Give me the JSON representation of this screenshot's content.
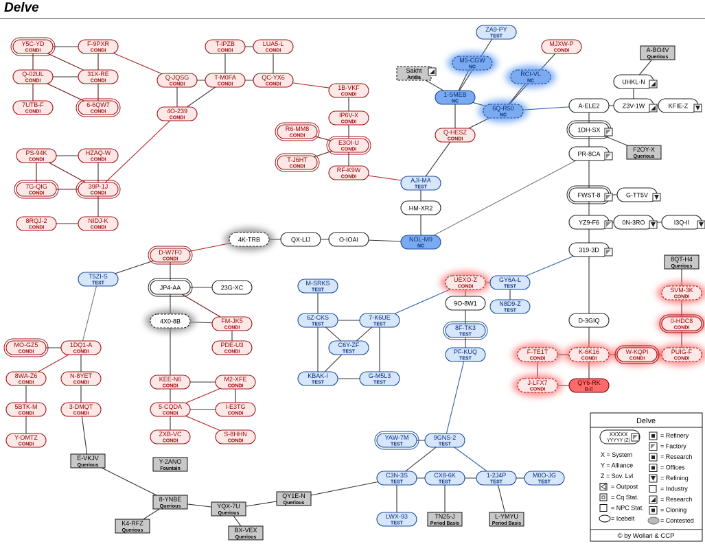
{
  "title": "Delve",
  "colors": {
    "condi_stroke": "#a01010",
    "condi_text": "#9b0000",
    "condi_fill": "#fde8e8",
    "blue_stroke": "#1a4a99",
    "blue_text": "#0b2f7a",
    "blue_fill": "#d6e6fb",
    "nc_fill": "#7aaaf0",
    "neutral_stroke": "#222222",
    "neutral_fill": "#ffffff",
    "npc_fill": "#c8c8c8",
    "dc_fill": "#ff6b6b",
    "glow_red": "#ff6060",
    "glow_blue": "#4f8ff0",
    "glow_gray": "#777777",
    "line_red": "#b22222",
    "line_blue": "#2c5fb3",
    "line_black": "#333333",
    "line_gray": "#777777"
  },
  "systems": {
    "Y5C-YD": {
      "label": "Y5C-YD",
      "sub": "CONDI",
      "type": "condi",
      "double": true
    },
    "F-9PXR": {
      "label": "F-9PXR",
      "sub": "CONDI",
      "type": "condi"
    },
    "Q-02UL": {
      "label": "Q-02UL",
      "sub": "CONDI",
      "type": "condi"
    },
    "31X-RE": {
      "label": "31X-RE",
      "sub": "CONDI",
      "type": "condi"
    },
    "7UTB-F": {
      "label": "7UTB-F",
      "sub": "CONDI",
      "type": "condi"
    },
    "6-6QW7": {
      "label": "6-6QW7",
      "sub": "CONDI",
      "type": "condi",
      "double": true
    },
    "T-IPZB": {
      "label": "T-IPZB",
      "sub": "CONDI",
      "type": "condi"
    },
    "LUA5-L": {
      "label": "LUA5-L",
      "sub": "CONDI",
      "type": "condi"
    },
    "Q-JQSG": {
      "label": "Q-JQSG",
      "sub": "CONDI",
      "type": "condi"
    },
    "T-M0FA": {
      "label": "T-M0FA",
      "sub": "CONDI",
      "type": "condi"
    },
    "QC-YX6": {
      "label": "QC-YX6",
      "sub": "CONDI",
      "type": "condi"
    },
    "4O-239": {
      "label": "4O-239",
      "sub": "CONDI",
      "type": "condi"
    },
    "1B-VKF": {
      "label": "1B-VKF",
      "sub": "CONDI",
      "type": "condi"
    },
    "IP6V-X": {
      "label": "IP6V-X",
      "sub": "CONDI",
      "type": "condi"
    },
    "R6-MM8": {
      "label": "R6-MM8",
      "sub": "CONDI",
      "type": "condi",
      "double": true
    },
    "E3OI-U": {
      "label": "E3OI-U",
      "sub": "CONDI",
      "type": "condi",
      "double": true
    },
    "T-J6HT": {
      "label": "T-J6HT",
      "sub": "CONDI",
      "type": "condi",
      "double": true
    },
    "RF-K9W": {
      "label": "RF-K9W",
      "sub": "CONDI",
      "type": "condi"
    },
    "PS-94K": {
      "label": "PS-94K",
      "sub": "CONDI",
      "type": "condi"
    },
    "HZAQ-W": {
      "label": "HZAQ-W",
      "sub": "CONDI",
      "type": "condi"
    },
    "7G-QIG": {
      "label": "7G-QIG",
      "sub": "CONDI",
      "type": "condi",
      "double": true
    },
    "39P-1J": {
      "label": "39P-1J",
      "sub": "CONDI",
      "type": "condi",
      "double": true
    },
    "8RQJ-2": {
      "label": "8RQJ-2",
      "sub": "CONDI",
      "type": "condi"
    },
    "NIDJ-K": {
      "label": "NIDJ-K",
      "sub": "CONDI",
      "type": "condi"
    },
    "ZA9-PY": {
      "label": "ZA9-PY",
      "sub": "TEST",
      "type": "blue"
    },
    "M5-CGW": {
      "label": "M5-CGW",
      "sub": "NC",
      "type": "nc",
      "dashed": true,
      "glow": "blue"
    },
    "MJXW-P": {
      "label": "MJXW-P",
      "sub": "CONDI",
      "type": "condi"
    },
    "RCI-VL": {
      "label": "RCI-VL",
      "sub": "NC",
      "type": "nc",
      "dashed": true,
      "glow": "blue"
    },
    "1-SMEB": {
      "label": "1-SMEB",
      "sub": "NC",
      "type": "nc"
    },
    "6Q-R50": {
      "label": "6Q-R50",
      "sub": "NC",
      "type": "nc",
      "dashed": true,
      "glow": "blue"
    },
    "Q-HESZ": {
      "label": "Q-HESZ",
      "sub": "CONDI",
      "type": "condi"
    },
    "AJI-MA": {
      "label": "AJI-MA",
      "sub": "TEST",
      "type": "blue"
    },
    "HM-XR2": {
      "label": "HM-XR2",
      "type": "neutral"
    },
    "NOL-M9": {
      "label": "NOL-M9",
      "sub": "NC",
      "type": "nc"
    },
    "O-IOAI": {
      "label": "O-IOAI",
      "type": "neutral"
    },
    "QX-LIJ": {
      "label": "QX-LIJ",
      "type": "neutral"
    },
    "4K-TRB": {
      "label": "4K-TRB",
      "type": "neutral",
      "dashed": true,
      "glow": "gray"
    },
    "D-W7F0": {
      "label": "D-W7F0",
      "sub": "CONDI",
      "type": "condi",
      "double": true
    },
    "JP4-AA": {
      "label": "JP4-AA",
      "type": "neutral",
      "double": true
    },
    "23G-XC": {
      "label": "23G-XC",
      "type": "neutral"
    },
    "4X0-8B": {
      "label": "4X0-8B",
      "type": "neutral",
      "dashed": true,
      "glow": "gray"
    },
    "FM-JK5": {
      "label": "FM-JK5",
      "sub": "CONDI",
      "type": "condi"
    },
    "PDE-U3": {
      "label": "PDE-U3",
      "sub": "CONDI",
      "type": "condi"
    },
    "KEE-N6": {
      "label": "KEE-N6",
      "sub": "CONDI",
      "type": "condi"
    },
    "M2-XFE": {
      "label": "M2-XFE",
      "sub": "CONDI",
      "type": "condi"
    },
    "5-CQDA": {
      "label": "5-CQDA",
      "sub": "CONDI",
      "type": "condi"
    },
    "I-E3TG": {
      "label": "I-E3TG",
      "sub": "CONDI",
      "type": "condi"
    },
    "ZXB-VC": {
      "label": "ZXB-VC",
      "sub": "CONDI",
      "type": "condi"
    },
    "S-8HHN": {
      "label": "S-8HHN",
      "sub": "CONDI",
      "type": "condi"
    },
    "T5ZI-S": {
      "label": "T5ZI-S",
      "sub": "TEST",
      "type": "blue"
    },
    "MO-GZ5": {
      "label": "MO-GZ5",
      "sub": "CONDI",
      "type": "condi",
      "double": true
    },
    "1DQ1-A": {
      "label": "1DQ1-A",
      "sub": "CONDI",
      "type": "condi"
    },
    "8WA-Z6": {
      "label": "8WA-Z6",
      "sub": "CONDI",
      "type": "condi"
    },
    "N-8YET": {
      "label": "N-8YET",
      "sub": "CONDI",
      "type": "condi"
    },
    "5BTK-M": {
      "label": "5BTK-M",
      "sub": "CONDI",
      "type": "condi"
    },
    "3-DMQT": {
      "label": "3-DMQT",
      "sub": "CONDI",
      "type": "condi"
    },
    "Y-OMTZ": {
      "label": "Y-OMTZ",
      "sub": "CONDI",
      "type": "condi"
    },
    "M-SRKS": {
      "label": "M-SRKS",
      "sub": "TEST",
      "type": "blue"
    },
    "6Z-CKS": {
      "label": "6Z-CKS",
      "sub": "TEST",
      "type": "blue"
    },
    "7-K6UE": {
      "label": "7-K6UE",
      "sub": "TEST",
      "type": "blue"
    },
    "C6Y-ZF": {
      "label": "C6Y-ZF",
      "sub": "TEST",
      "type": "blue"
    },
    "KBAK-I": {
      "label": "KBAK-I",
      "sub": "TEST",
      "type": "blue"
    },
    "G-M5L3": {
      "label": "G-M5L3",
      "sub": "TEST",
      "type": "blue"
    },
    "UEXO-Z": {
      "label": "UEXO-Z",
      "sub": "CONDI",
      "type": "condi",
      "dashed": true,
      "glow": "red"
    },
    "GY6A-L": {
      "label": "GY6A-L",
      "sub": "TEST",
      "type": "blue"
    },
    "9O-8W1": {
      "label": "9O-8W1",
      "type": "neutral"
    },
    "N8D9-Z": {
      "label": "N8D9-Z",
      "sub": "TEST",
      "type": "blue"
    },
    "8F-TK3": {
      "label": "8F-TK3",
      "sub": "TEST",
      "type": "blue",
      "double": true
    },
    "PF-KUQ": {
      "label": "PF-KUQ",
      "sub": "TEST",
      "type": "blue"
    },
    "A-ELE2": {
      "label": "A-ELE2",
      "type": "neutral"
    },
    "Z3V-1W": {
      "label": "Z3V-1W",
      "type": "neutral",
      "icon": "research"
    },
    "KFIE-Z": {
      "label": "KFIE-Z",
      "type": "neutral",
      "icon": "refining"
    },
    "UHKL-N": {
      "label": "UHKL-N",
      "type": "neutral",
      "icon": "research"
    },
    "1DH-SX": {
      "label": "1DH-SX",
      "type": "neutral",
      "double": true,
      "icon": "factory"
    },
    "PR-8CA": {
      "label": "PR-8CA",
      "type": "neutral",
      "icon": "factory"
    },
    "FWST-8": {
      "label": "FWST-8",
      "type": "neutral",
      "double": true,
      "icon": "factory"
    },
    "G-TT5V": {
      "label": "G-TT5V",
      "type": "neutral",
      "icon": "refining"
    },
    "YZ9-F6": {
      "label": "YZ9-F6",
      "type": "neutral",
      "icon": "factory"
    },
    "0N-3RO": {
      "label": "0N-3RO",
      "type": "neutral",
      "icon": "refining"
    },
    "I3Q-II": {
      "label": "I3Q-II",
      "type": "neutral",
      "icon": "refining"
    },
    "319-3D": {
      "label": "319-3D",
      "type": "neutral",
      "icon": "factory"
    },
    "D-3GIQ": {
      "label": "D-3GIQ",
      "type": "neutral"
    },
    "SVM-3K": {
      "label": "SVM-3K",
      "sub": "CONDI",
      "type": "condi",
      "dashed": true,
      "glow": "red"
    },
    "0-HDC8": {
      "label": "0-HDC8",
      "sub": "CONDI",
      "type": "condi",
      "double": true,
      "glow": "red"
    },
    "PUIG-F": {
      "label": "PUIG-F",
      "sub": "CONDI",
      "type": "condi",
      "dashed": true,
      "glow": "red"
    },
    "F-TE1T": {
      "label": "F-TE1T",
      "sub": "CONDI",
      "type": "condi",
      "dashed": true,
      "glow": "red"
    },
    "K-6K16": {
      "label": "K-6K16",
      "sub": "CONDI",
      "type": "condi",
      "dashed": true,
      "glow": "red"
    },
    "W-KQPI": {
      "label": "W-KQPI",
      "sub": "CONDI",
      "type": "condi",
      "double": true,
      "glow": "red"
    },
    "J-LFX7": {
      "label": "J-LFX7",
      "sub": "CONDI",
      "type": "condi",
      "dashed": true,
      "glow": "red"
    },
    "QY6-RK": {
      "label": "QY6-RK",
      "sub": "D.C",
      "type": "dc"
    },
    "YAW-7M": {
      "label": "YAW-7M",
      "sub": "TEST",
      "type": "blue",
      "double": true
    },
    "9GN5-2": {
      "label": "9GNS-2",
      "sub": "TEST",
      "type": "blue"
    },
    "C3N-3S": {
      "label": "C3N-3S",
      "sub": "TEST",
      "type": "blue"
    },
    "CX8-6K": {
      "label": "CX8-6K",
      "sub": "TEST",
      "type": "blue"
    },
    "1-2J4P": {
      "label": "1-2J4P",
      "sub": "TEST",
      "type": "blue"
    },
    "M0O-JG": {
      "label": "M0O-JG",
      "sub": "TEST",
      "type": "blue"
    },
    "LWX-93": {
      "label": "LWX-93",
      "sub": "TEST",
      "type": "blue"
    }
  },
  "npc_boxes": {
    "Sakht": {
      "label": "Sakht",
      "sub": "Aridia",
      "dashed": true,
      "icon": "research"
    },
    "A-BO4V": {
      "label": "A-BO4V",
      "sub": "Querious"
    },
    "F2OY-X": {
      "label": "F2OY-X",
      "sub": "Querious"
    },
    "8QT-H4": {
      "label": "8QT-H4",
      "sub": "Querious"
    },
    "E-VKJV": {
      "label": "E-VKJV",
      "sub": "Querious"
    },
    "Y-2ANO": {
      "label": "Y-2ANO",
      "sub": "Fountain"
    },
    "8-YNBE": {
      "label": "8-YNBE",
      "sub": "Querious"
    },
    "K4-RFZ": {
      "label": "K4-RFZ",
      "sub": "Querious"
    },
    "YQX-7U": {
      "label": "YQX-7U",
      "sub": "Querious"
    },
    "BX-VEX": {
      "label": "BX-VEX",
      "sub": "Querious"
    },
    "QY1E-N": {
      "label": "QY1E-N",
      "sub": "Querious"
    },
    "TN25-J": {
      "label": "TN25-J",
      "sub": "Period Basis"
    },
    "L-YMYU": {
      "label": "L-YMYU",
      "sub": "Period Basis"
    }
  },
  "connections": [
    [
      "Y5C-YD",
      "F-9PXR",
      "black"
    ],
    [
      "Y5C-YD",
      "Q-02UL",
      "dark"
    ],
    [
      "Y5C-YD",
      "31X-RE",
      "dark"
    ],
    [
      "F-9PXR",
      "31X-RE",
      "dark"
    ],
    [
      "Q-02UL",
      "31X-RE",
      "black"
    ],
    [
      "Q-02UL",
      "7UTB-F",
      "dark"
    ],
    [
      "Q-02UL",
      "6-6QW7",
      "dark"
    ],
    [
      "31X-RE",
      "6-6QW7",
      "dark"
    ],
    [
      "F-9PXR",
      "Q-JQSG",
      "red"
    ],
    [
      "Q-JQSG",
      "T-M0FA",
      "black"
    ],
    [
      "T-IPZB",
      "T-M0FA",
      "black"
    ],
    [
      "T-IPZB",
      "LUA5-L",
      "black"
    ],
    [
      "LUA5-L",
      "QC-YX6",
      "black"
    ],
    [
      "T-M0FA",
      "QC-YX6",
      "black"
    ],
    [
      "Q-JQSG",
      "4O-239",
      "black"
    ],
    [
      "T-M0FA",
      "4O-239",
      "black"
    ],
    [
      "QC-YX6",
      "1B-VKF",
      "red"
    ],
    [
      "1B-VKF",
      "IP6V-X",
      "black"
    ],
    [
      "IP6V-X",
      "E3OI-U",
      "black"
    ],
    [
      "R6-MM8",
      "E3OI-U",
      "dark"
    ],
    [
      "T-J6HT",
      "E3OI-U",
      "dark"
    ],
    [
      "E3OI-U",
      "RF-K9W",
      "black"
    ],
    [
      "4O-239",
      "39P-1J",
      "red"
    ],
    [
      "PS-94K",
      "HZAQ-W",
      "black"
    ],
    [
      "PS-94K",
      "7G-QIG",
      "dark"
    ],
    [
      "PS-94K",
      "39P-1J",
      "dark"
    ],
    [
      "HZAQ-W",
      "39P-1J",
      "black"
    ],
    [
      "7G-QIG",
      "39P-1J",
      "dark"
    ],
    [
      "39P-1J",
      "NIDJ-K",
      "black"
    ],
    [
      "8RQJ-2",
      "NIDJ-K",
      "black"
    ],
    [
      "ZA9-PY",
      "1-SMEB",
      "black"
    ],
    [
      "M5-CGW",
      "1-SMEB",
      "black"
    ],
    [
      "Sakht",
      "1-SMEB",
      "black"
    ],
    [
      "1-SMEB",
      "6Q-R50",
      "black"
    ],
    [
      "RCI-VL",
      "6Q-R50",
      "black"
    ],
    [
      "MJXW-P",
      "6Q-R50",
      "black"
    ],
    [
      "6Q-R50",
      "Q-HESZ",
      "black"
    ],
    [
      "1-SMEB",
      "Q-HESZ",
      "black"
    ],
    [
      "6Q-R50",
      "A-ELE2",
      "blue"
    ],
    [
      "Q-HESZ",
      "AJI-MA",
      "black"
    ],
    [
      "RF-K9W",
      "AJI-MA",
      "red"
    ],
    [
      "AJI-MA",
      "HM-XR2",
      "black"
    ],
    [
      "HM-XR2",
      "NOL-M9",
      "black"
    ],
    [
      "NOL-M9",
      "O-IOAI",
      "black"
    ],
    [
      "O-IOAI",
      "QX-LIJ",
      "black"
    ],
    [
      "QX-LIJ",
      "4K-TRB",
      "black"
    ],
    [
      "4K-TRB",
      "D-W7F0",
      "red"
    ],
    [
      "NOL-M9",
      "PR-8CA",
      "gray"
    ],
    [
      "D-W7F0",
      "T5ZI-S",
      "black"
    ],
    [
      "D-W7F0",
      "JP4-AA",
      "black"
    ],
    [
      "JP4-AA",
      "23G-XC",
      "black"
    ],
    [
      "JP4-AA",
      "4X0-8B",
      "black"
    ],
    [
      "JP4-AA",
      "FM-JK5",
      "dark"
    ],
    [
      "4X0-8B",
      "FM-JK5",
      "black"
    ],
    [
      "FM-JK5",
      "PDE-U3",
      "black"
    ],
    [
      "4X0-8B",
      "KEE-N6",
      "black"
    ],
    [
      "KEE-N6",
      "M2-XFE",
      "black"
    ],
    [
      "KEE-N6",
      "5-CQDA",
      "black"
    ],
    [
      "M2-XFE",
      "5-CQDA",
      "red"
    ],
    [
      "M2-XFE",
      "I-E3TG",
      "black"
    ],
    [
      "5-CQDA",
      "I-E3TG",
      "black"
    ],
    [
      "5-CQDA",
      "ZXB-VC",
      "black"
    ],
    [
      "5-CQDA",
      "S-8HHN",
      "red"
    ],
    [
      "T5ZI-S",
      "1DQ1-A",
      "gray"
    ],
    [
      "MO-GZ5",
      "1DQ1-A",
      "black"
    ],
    [
      "1DQ1-A",
      "8WA-Z6",
      "red"
    ],
    [
      "1DQ1-A",
      "N-8YET",
      "black"
    ],
    [
      "8WA-Z6",
      "5BTK-M",
      "black"
    ],
    [
      "5BTK-M",
      "Y-OMTZ",
      "black"
    ],
    [
      "N-8YET",
      "3-DMQT",
      "black"
    ],
    [
      "3-DMQT",
      "E-VKJV",
      "black"
    ],
    [
      "E-VKJV",
      "8-YNBE",
      "black"
    ],
    [
      "8-YNBE",
      "K4-RFZ",
      "black"
    ],
    [
      "8-YNBE",
      "YQX-7U",
      "black"
    ],
    [
      "YQX-7U",
      "BX-VEX",
      "black"
    ],
    [
      "YQX-7U",
      "QY1E-N",
      "black"
    ],
    [
      "QY1E-N",
      "C3N-3S",
      "black"
    ],
    [
      "M-SRKS",
      "6Z-CKS",
      "black"
    ],
    [
      "6Z-CKS",
      "7-K6UE",
      "black"
    ],
    [
      "6Z-CKS",
      "C6Y-ZF",
      "black"
    ],
    [
      "7-K6UE",
      "C6Y-ZF",
      "black"
    ],
    [
      "6Z-CKS",
      "KBAK-I",
      "black"
    ],
    [
      "C6Y-ZF",
      "KBAK-I",
      "black"
    ],
    [
      "KBAK-I",
      "G-M5L3",
      "black"
    ],
    [
      "7-K6UE",
      "G-M5L3",
      "black"
    ],
    [
      "7-K6UE",
      "UEXO-Z",
      "blue"
    ],
    [
      "UEXO-Z",
      "GY6A-L",
      "black"
    ],
    [
      "GY6A-L",
      "N8D9-Z",
      "black"
    ],
    [
      "UEXO-Z",
      "9O-8W1",
      "black"
    ],
    [
      "9O-8W1",
      "8F-TK3",
      "black"
    ],
    [
      "8F-TK3",
      "PF-KUQ",
      "black"
    ],
    [
      "PF-KUQ",
      "9GN5-2",
      "blue"
    ],
    [
      "GY6A-L",
      "319-3D",
      "blue"
    ],
    [
      "YAW-7M",
      "9GN5-2",
      "black"
    ],
    [
      "9GN5-2",
      "C3N-3S",
      "black"
    ],
    [
      "9GN5-2",
      "1-2J4P",
      "blue"
    ],
    [
      "C3N-3S",
      "CX8-6K",
      "black"
    ],
    [
      "CX8-6K",
      "1-2J4P",
      "black"
    ],
    [
      "1-2J4P",
      "M0O-JG",
      "black"
    ],
    [
      "C3N-3S",
      "LWX-93",
      "black"
    ],
    [
      "CX8-6K",
      "TN25-J",
      "black"
    ],
    [
      "1-2J4P",
      "L-YMYU",
      "black"
    ],
    [
      "A-ELE2",
      "Z3V-1W",
      "black"
    ],
    [
      "Z3V-1W",
      "KFIE-Z",
      "black"
    ],
    [
      "Z3V-1W",
      "UHKL-N",
      "black"
    ],
    [
      "UHKL-N",
      "A-BO4V",
      "black"
    ],
    [
      "A-ELE2",
      "1DH-SX",
      "black"
    ],
    [
      "1DH-SX",
      "F2OY-X",
      "black"
    ],
    [
      "1DH-SX",
      "PR-8CA",
      "black"
    ],
    [
      "PR-8CA",
      "FWST-8",
      "black"
    ],
    [
      "FWST-8",
      "G-TT5V",
      "black"
    ],
    [
      "FWST-8",
      "YZ9-F6",
      "black"
    ],
    [
      "YZ9-F6",
      "0N-3RO",
      "black"
    ],
    [
      "0N-3RO",
      "I3Q-II",
      "black"
    ],
    [
      "YZ9-F6",
      "319-3D",
      "black"
    ],
    [
      "319-3D",
      "D-3GIQ",
      "black"
    ],
    [
      "D-3GIQ",
      "K-6K16",
      "black"
    ],
    [
      "F-TE1T",
      "K-6K16",
      "black"
    ],
    [
      "K-6K16",
      "W-KQPI",
      "black"
    ],
    [
      "W-KQPI",
      "PUIG-F",
      "black"
    ],
    [
      "8QT-H4",
      "SVM-3K",
      "black"
    ],
    [
      "SVM-3K",
      "0-HDC8",
      "black"
    ],
    [
      "0-HDC8",
      "PUIG-F",
      "black"
    ],
    [
      "K-6K16",
      "QY6-RK",
      "black"
    ],
    [
      "J-LFX7",
      "QY6-RK",
      "black"
    ],
    [
      "F-TE1T",
      "J-LFX7",
      "black"
    ]
  ],
  "legend": {
    "title": "Delve",
    "sample_top": "XXXXX",
    "sample_bottom": "YYYYY (Z)",
    "lines_left": [
      "X  = System",
      "Y  = Alliance",
      "Z  = Sov. Lvl",
      "= Outpost",
      "= Cq Stat.",
      "= NPC Stat.",
      "= Icebelt"
    ],
    "lines_right": [
      "= Refinery",
      "= Factory",
      "= Research",
      "= Offices",
      "= Refining",
      "= Industry",
      "= Research",
      "= Cloning",
      "= Contested"
    ],
    "credit": "© by Wollari & CCP"
  }
}
